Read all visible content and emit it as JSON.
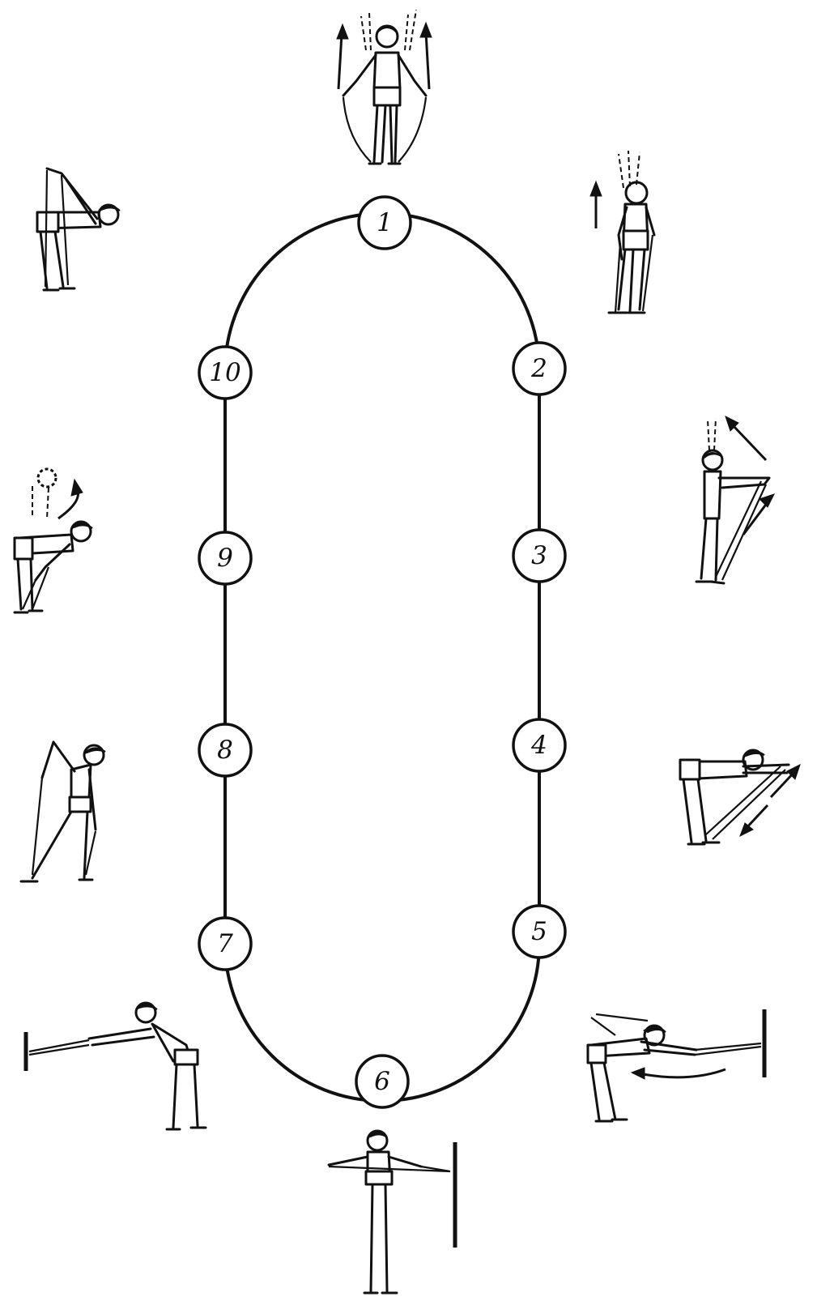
{
  "diagram": {
    "stations": [
      {
        "label": "1"
      },
      {
        "label": "2"
      },
      {
        "label": "3"
      },
      {
        "label": "4"
      },
      {
        "label": "5"
      },
      {
        "label": "6"
      },
      {
        "label": "7"
      },
      {
        "label": "8"
      },
      {
        "label": "9"
      },
      {
        "label": "10"
      }
    ],
    "exercises": [
      {
        "icon": "band-overhead-raise-figure-icon"
      },
      {
        "icon": "band-side-raise-figure-icon"
      },
      {
        "icon": "band-forward-raise-figure-icon"
      },
      {
        "icon": "band-bent-over-pull-figure-icon"
      },
      {
        "icon": "band-wall-pull-bent-figure-icon"
      },
      {
        "icon": "band-wall-pull-standing-figure-icon"
      },
      {
        "icon": "band-wall-push-lean-figure-icon"
      },
      {
        "icon": "band-side-bend-figure-icon"
      },
      {
        "icon": "band-bent-row-figure-icon"
      },
      {
        "icon": "band-back-stretch-figure-icon"
      }
    ],
    "colors": {
      "line": "#111111",
      "background": "#ffffff"
    }
  }
}
